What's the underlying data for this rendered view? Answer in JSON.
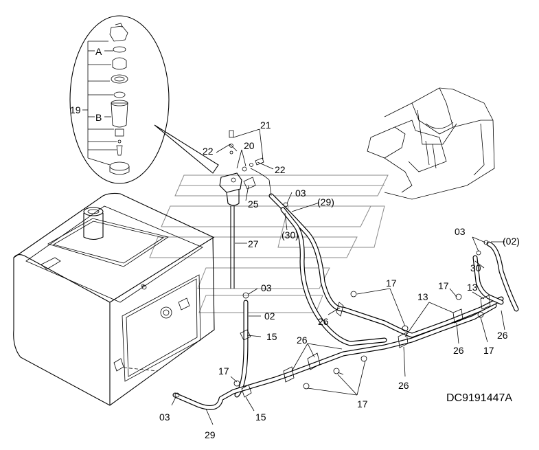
{
  "diagram_code": "DC9191447A",
  "inset_labels": {
    "a": "A",
    "b": "B",
    "group": "19"
  },
  "callouts": [
    {
      "key": "c21",
      "text": "21"
    },
    {
      "key": "c20",
      "text": "20"
    },
    {
      "key": "c22a",
      "text": "22"
    },
    {
      "key": "c22b",
      "text": "22"
    },
    {
      "key": "c25",
      "text": "25"
    },
    {
      "key": "c03a",
      "text": "03"
    },
    {
      "key": "c29p",
      "text": "(29)"
    },
    {
      "key": "c30p",
      "text": "(30)"
    },
    {
      "key": "c27",
      "text": "27"
    },
    {
      "key": "c03b",
      "text": "03"
    },
    {
      "key": "c02",
      "text": "02"
    },
    {
      "key": "c15a",
      "text": "15"
    },
    {
      "key": "c17a",
      "text": "17"
    },
    {
      "key": "c26a",
      "text": "26"
    },
    {
      "key": "c26b",
      "text": "26"
    },
    {
      "key": "c17b",
      "text": "17"
    },
    {
      "key": "c17c",
      "text": "17"
    },
    {
      "key": "c15b",
      "text": "15"
    },
    {
      "key": "c03c",
      "text": "03"
    },
    {
      "key": "c29",
      "text": "29"
    },
    {
      "key": "c26c",
      "text": "26"
    },
    {
      "key": "c13a",
      "text": "13"
    },
    {
      "key": "c17d",
      "text": "17"
    },
    {
      "key": "c13b",
      "text": "13"
    },
    {
      "key": "c26d",
      "text": "26"
    },
    {
      "key": "c26e",
      "text": "26"
    },
    {
      "key": "c17e",
      "text": "17"
    },
    {
      "key": "c03d",
      "text": "03"
    },
    {
      "key": "c02p",
      "text": "(02)"
    },
    {
      "key": "c30",
      "text": "30"
    }
  ]
}
